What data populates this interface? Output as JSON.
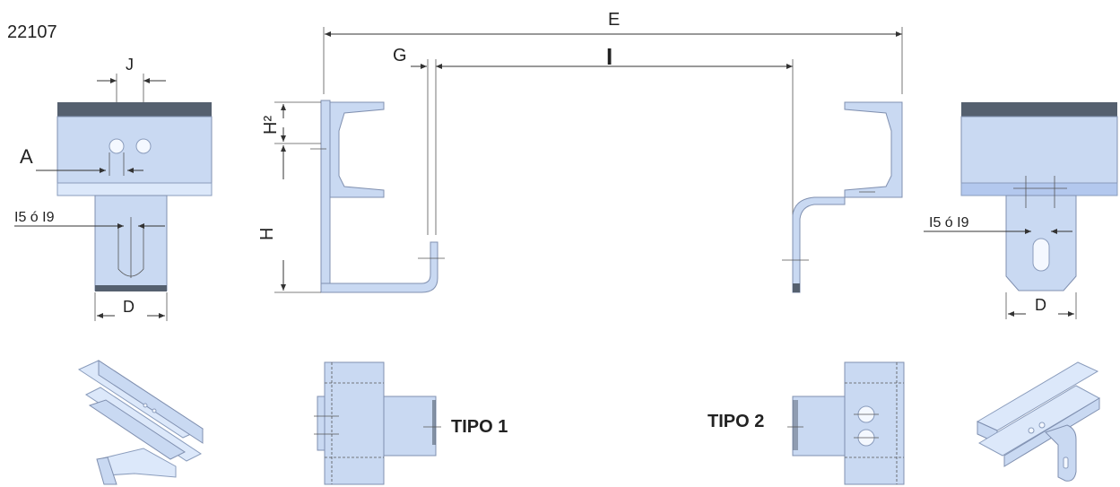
{
  "code": "22107",
  "dimensions": {
    "E": "E",
    "G": "G",
    "I": "I",
    "J": "J",
    "A": "A",
    "H": "H",
    "H2": "H²",
    "slot_left": "I5 ó I9",
    "slot_right": "I5 ó I9",
    "D_left": "D",
    "D_right": "D"
  },
  "types": {
    "tipo1": "TIPO 1",
    "tipo2": "TIPO 2"
  },
  "colors": {
    "steel": "#c9d9f2",
    "steel_edge": "#8090b0",
    "steel_dark": "#55606f"
  }
}
